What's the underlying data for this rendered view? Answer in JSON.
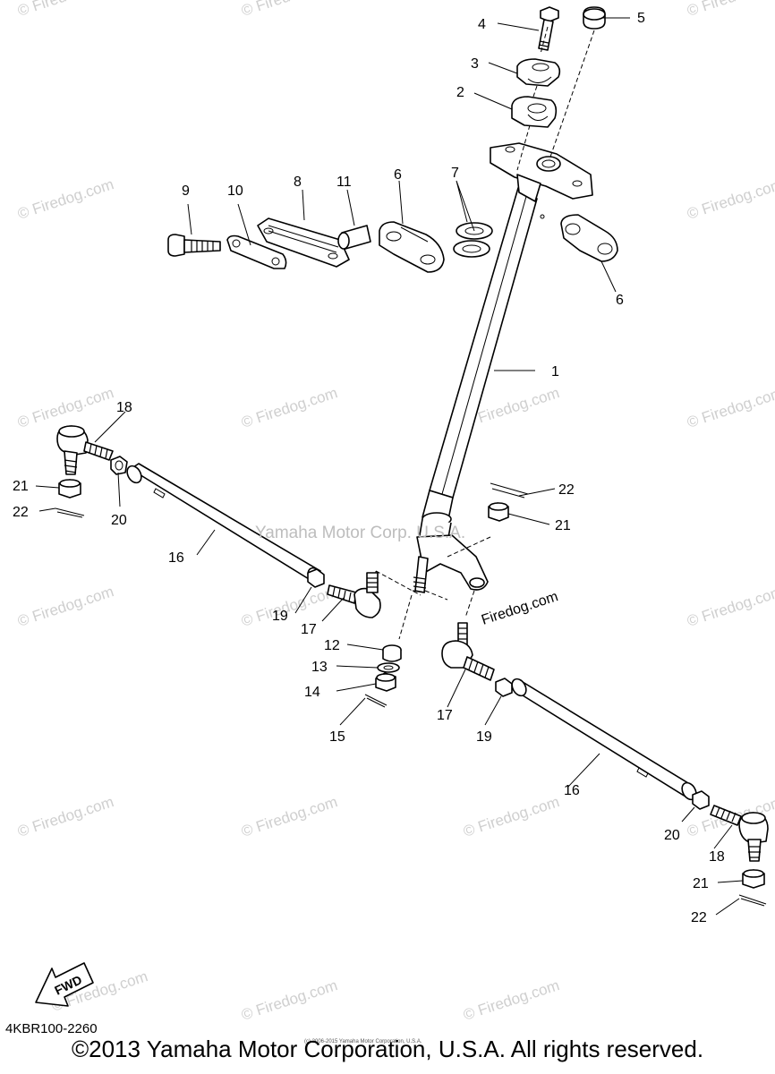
{
  "diagram": {
    "callouts": [
      "1",
      "2",
      "3",
      "4",
      "5",
      "6",
      "6",
      "7",
      "8",
      "9",
      "10",
      "11",
      "12",
      "13",
      "14",
      "15",
      "16",
      "16",
      "17",
      "17",
      "18",
      "18",
      "19",
      "19",
      "20",
      "20",
      "21",
      "21",
      "21",
      "22",
      "22",
      "22"
    ],
    "fwd_label": "FWD",
    "drawing_code": "4KBR100-2260",
    "center_watermark": "Yamaha Motor Corp. U.S.A.",
    "watermark": "© Firedog.com",
    "firedog_label": "Firedog.com",
    "small_copyright": "(c) 2006-2015 Yamaha Motor Corporation, U.S.A.",
    "copyright": "©2013 Yamaha Motor Corporation, U.S.A. All rights reserved."
  }
}
